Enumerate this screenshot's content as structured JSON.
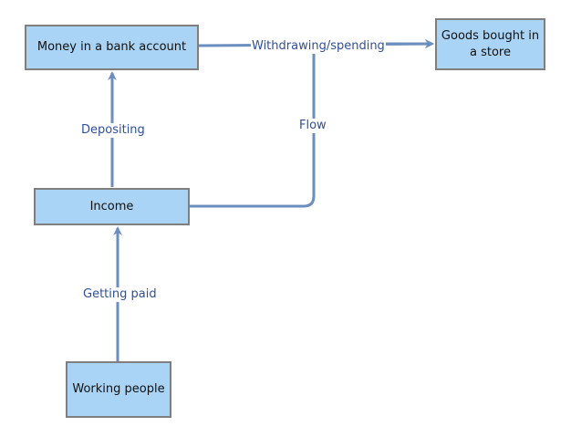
{
  "diagram": {
    "nodes": {
      "bank": "Money in a bank account",
      "goods": "Goods bought in a store",
      "income": "Income",
      "workers": "Working people"
    },
    "edges": {
      "withdrawing": "Withdrawing/spending",
      "depositing": "Depositing",
      "flow": "Flow",
      "getting_paid": "Getting paid"
    },
    "colors": {
      "node_fill": "#a9d4f5",
      "node_border": "#7f7f7f",
      "edge": "#6c8ebf",
      "label_text": "#2e4f99"
    }
  }
}
